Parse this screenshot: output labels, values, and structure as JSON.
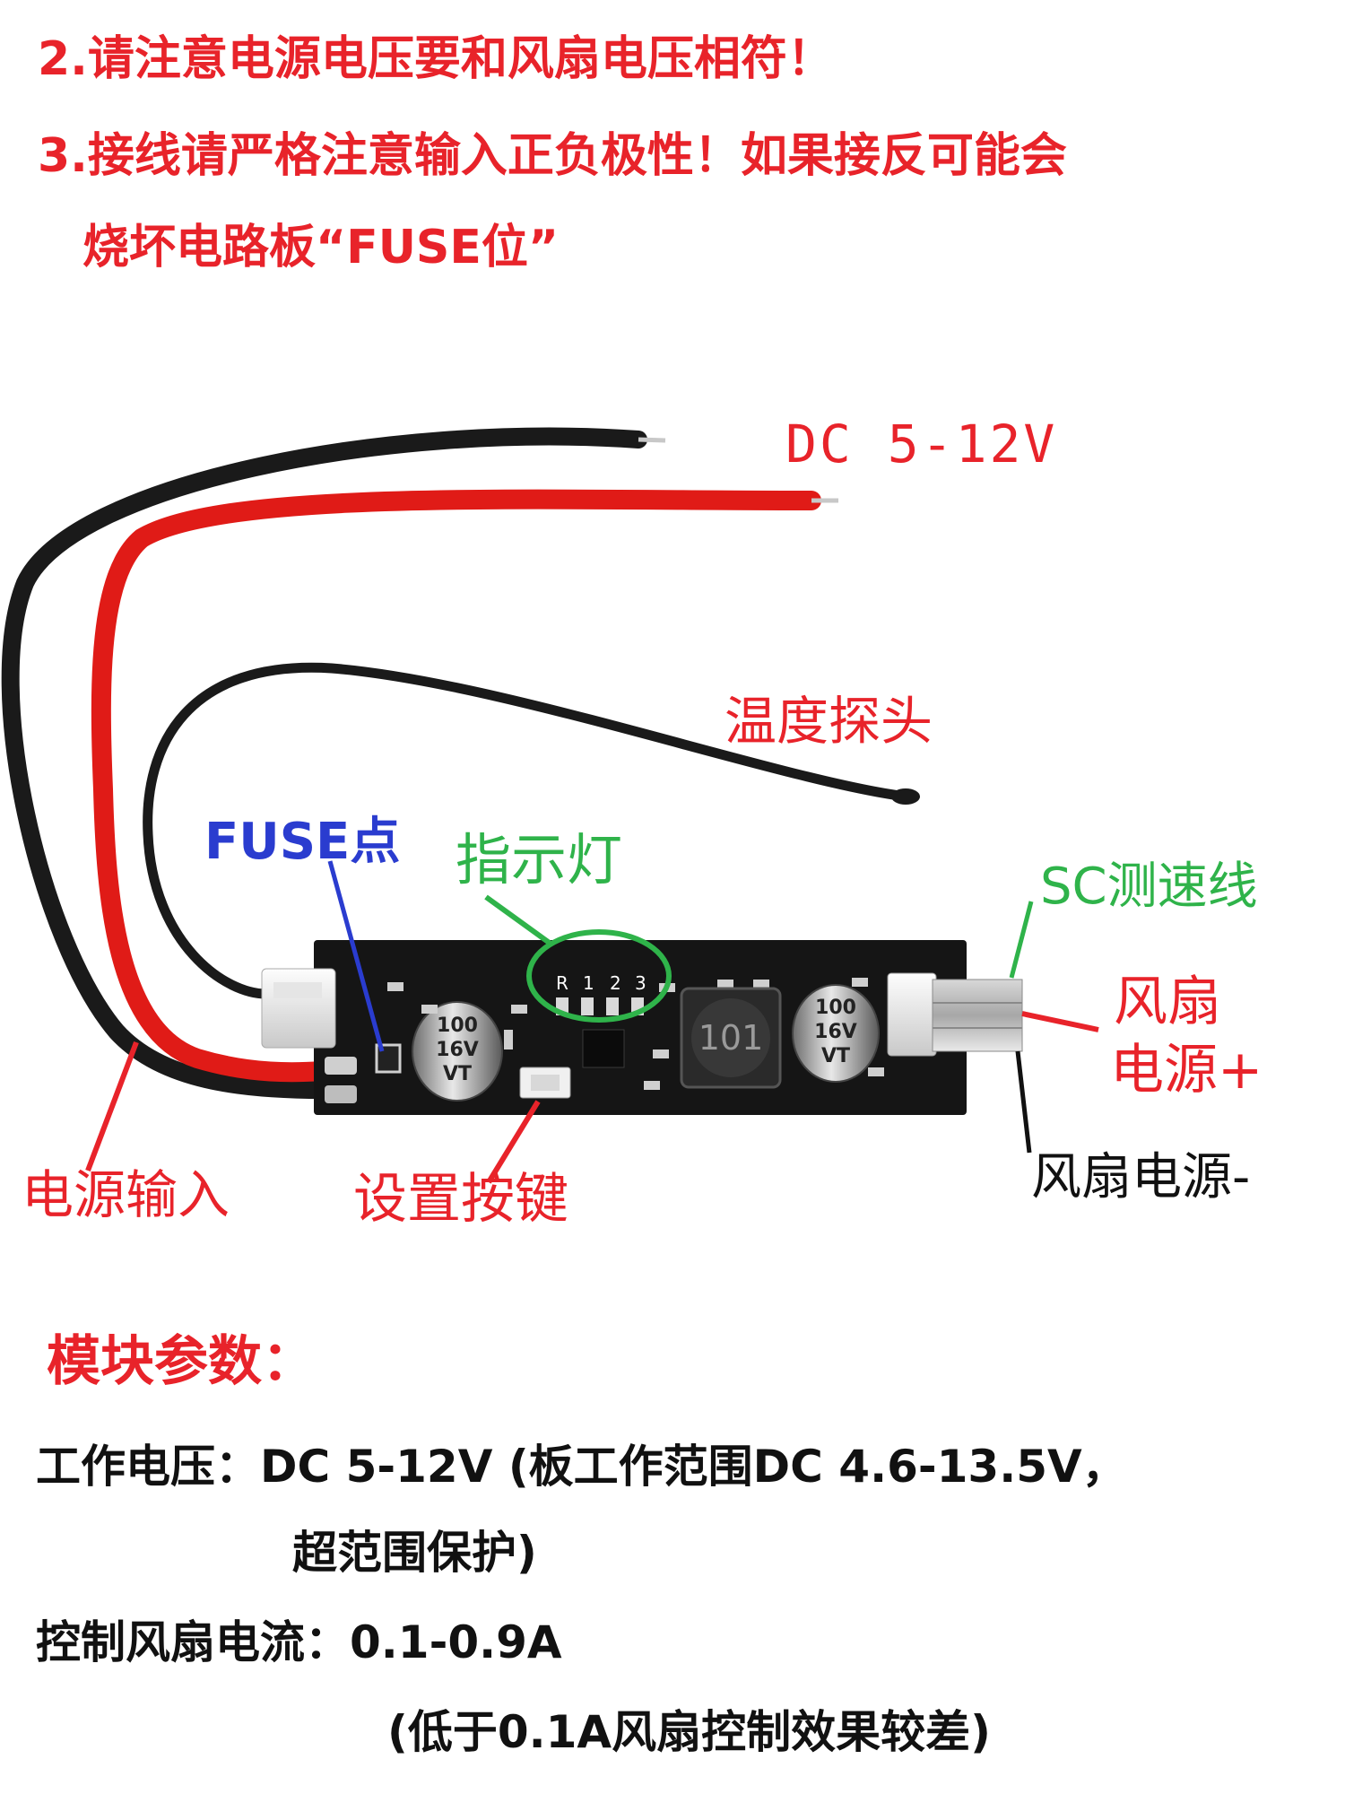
{
  "notes": [
    "2.请注意电源电压要和风扇电压相符！",
    "3.接线请严格注意输入正负极性！如果接反可能会",
    "烧坏电路板“FUSE位”"
  ],
  "figure": {
    "wire_voltage": "DC  5-12V",
    "temp_probe": "温度探头",
    "fuse_point": "FUSE点",
    "indicator": "指示灯",
    "led_labels": [
      "R",
      "1",
      "2",
      "3"
    ],
    "sc_line": "SC测速线",
    "fan_plus": [
      "风扇",
      "电源+"
    ],
    "fan_minus": "风扇电源-",
    "power_input": "电源输入",
    "set_button": "设置按键",
    "cap_left": [
      "100",
      "16V",
      "VT"
    ],
    "cap_right": [
      "100",
      "16V",
      "VT"
    ],
    "inductor_mark": "101"
  },
  "params": {
    "title": "模块参数：",
    "lines": [
      "工作电压：DC 5-12V (板工作范围DC 4.6-13.5V，",
      "超范围保护)",
      "控制风扇电流：0.1-0.9A",
      "(低于0.1A风扇控制效果较差)"
    ]
  },
  "colors": {
    "red_text": "#e8232a",
    "blue_text": "#2a3ccf",
    "green_text": "#2fb34a",
    "pcb": "#151515",
    "wire_red": "#e01b17",
    "wire_black": "#1a1a1a"
  }
}
